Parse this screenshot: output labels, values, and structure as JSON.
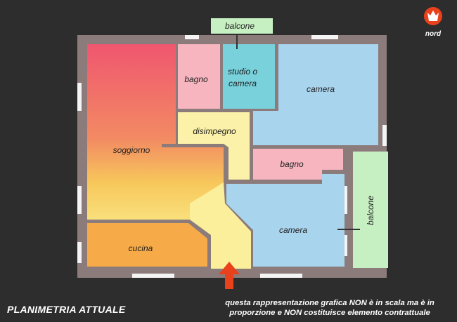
{
  "brand": {
    "name": "nord"
  },
  "rooms": {
    "soggiorno": "soggiorno",
    "bagno_top": "bagno",
    "studio": "studio o camera",
    "studio_line1": "studio o",
    "studio_line2": "camera",
    "camera_top": "camera",
    "disimpegno": "disimpegno",
    "bagno_mid": "bagno",
    "camera_bottom": "camera",
    "cucina": "cucina",
    "balcone_top": "balcone",
    "balcone_right": "balcone"
  },
  "footer": {
    "title": "PLANIMETRIA ATTUALE",
    "disclaimer": "questa rappresentazione grafica NON è in scala ma è in proporzione e NON costituisce elemento contrattuale"
  },
  "colors": {
    "background": "#2d2d2d",
    "walls": "#8b7b7b",
    "soggiorno_top": "#f15c78",
    "soggiorno_mid": "#f7c85b",
    "soggiorno_bottom": "#faea8a",
    "bagno": "#f6b5bf",
    "studio": "#79d1dc",
    "camera": "#a9d4ee",
    "disimpegno": "#fbf1a8",
    "cucina": "#f6ab48",
    "balcone": "#c6efc2",
    "entrance_arrow": "#e8411b",
    "brand_red": "#e8411b"
  }
}
